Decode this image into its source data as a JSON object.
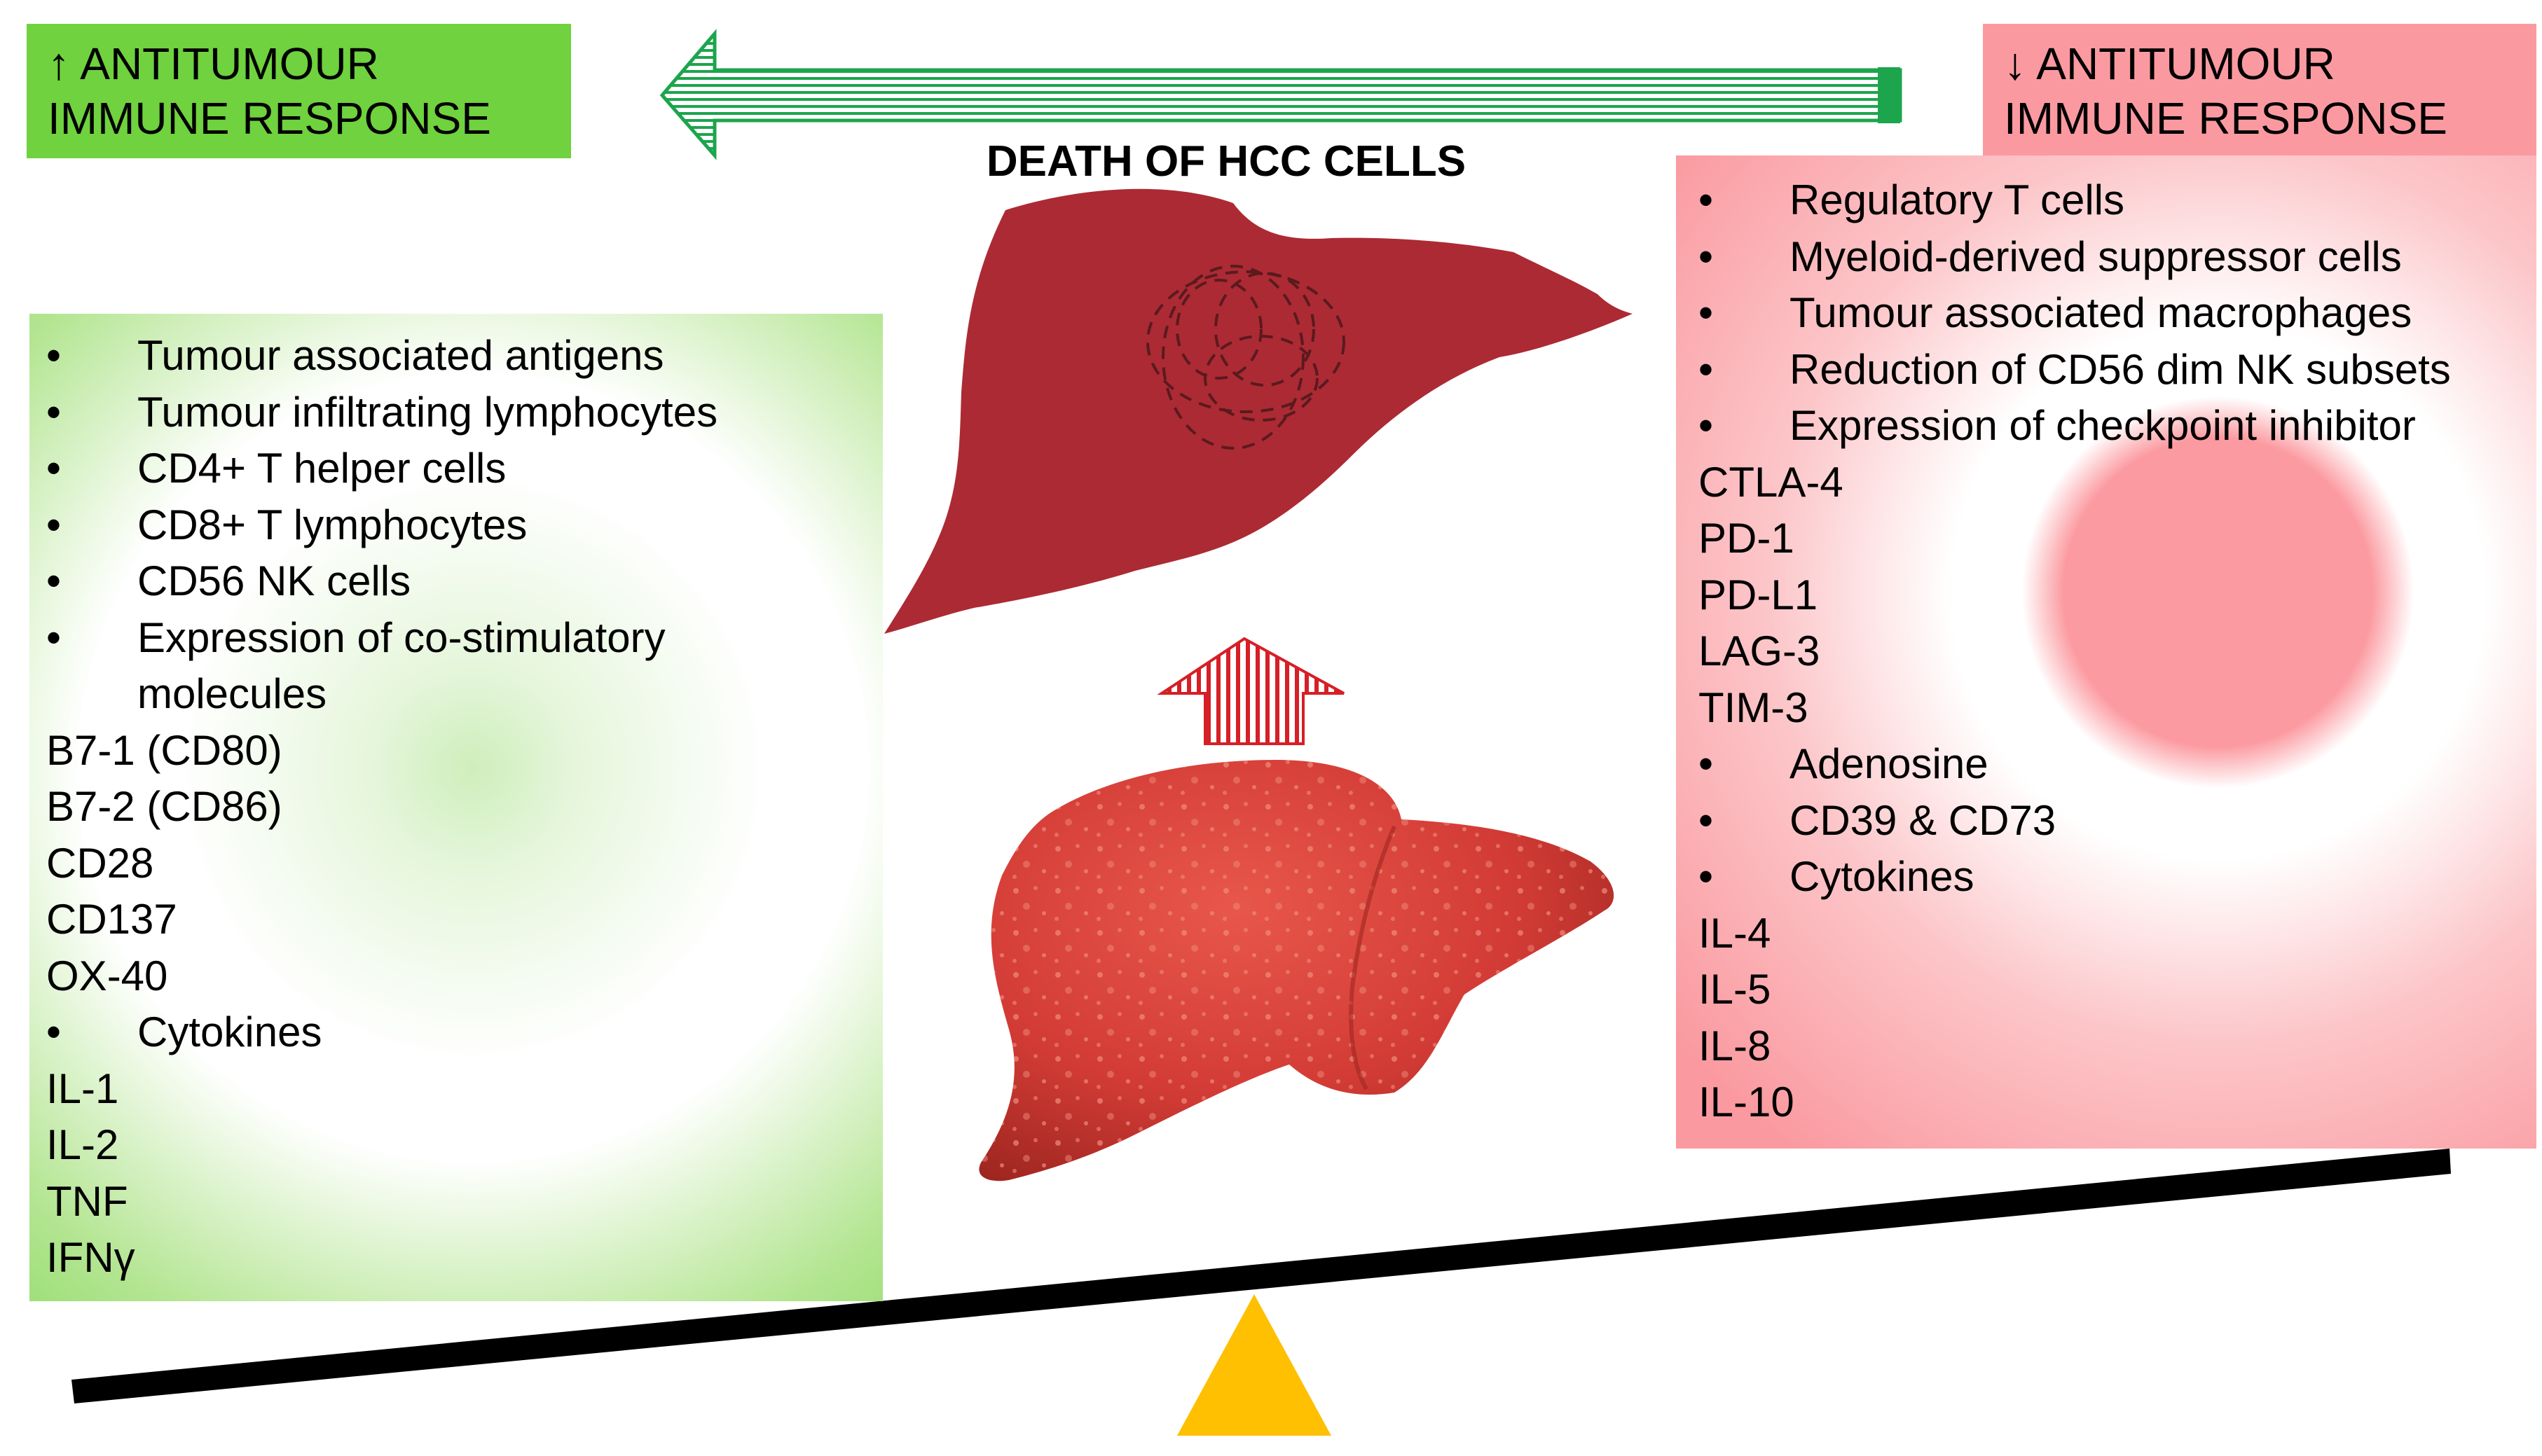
{
  "left_title": {
    "line1": "↑ ANTITUMOUR",
    "line2": "IMMUNE RESPONSE"
  },
  "right_title": {
    "line1": "↓ ANTITUMOUR",
    "line2": "IMMUNE RESPONSE"
  },
  "center_label": "DEATH OF HCC CELLS",
  "left_panel": {
    "items": [
      {
        "text": "Tumour associated antigens",
        "style": "bullet"
      },
      {
        "text": "Tumour infiltrating lymphocytes",
        "style": "bullet"
      },
      {
        "text": "CD4+ T helper cells",
        "style": "bullet"
      },
      {
        "text": "CD8+ T lymphocytes",
        "style": "bullet"
      },
      {
        "text": "CD56 NK cells",
        "style": "bullet"
      },
      {
        "text": "Expression of co-stimulatory",
        "style": "bullet"
      },
      {
        "text": "molecules",
        "style": "cont"
      },
      {
        "text": "B7-1 (CD80)",
        "style": "plain"
      },
      {
        "text": "B7-2 (CD86)",
        "style": "plain"
      },
      {
        "text": "CD28",
        "style": "plain"
      },
      {
        "text": "CD137",
        "style": "plain"
      },
      {
        "text": "OX-40",
        "style": "plain"
      },
      {
        "text": "Cytokines",
        "style": "bullet"
      },
      {
        "text": "IL-1",
        "style": "plain"
      },
      {
        "text": "IL-2",
        "style": "plain"
      },
      {
        "text": "TNF",
        "style": "plain"
      },
      {
        "text": "IFNγ",
        "style": "plain"
      }
    ]
  },
  "right_panel": {
    "items": [
      {
        "text": "Regulatory T cells",
        "style": "bullet"
      },
      {
        "text": "Myeloid-derived suppressor cells",
        "style": "bullet"
      },
      {
        "text": "Tumour associated macrophages",
        "style": "bullet"
      },
      {
        "text": "Reduction of CD56 dim NK subsets",
        "style": "bullet"
      },
      {
        "text": "Expression of checkpoint inhibitor",
        "style": "bullet"
      },
      {
        "text": "CTLA-4",
        "style": "plain"
      },
      {
        "text": "PD-1",
        "style": "plain"
      },
      {
        "text": "PD-L1",
        "style": "plain"
      },
      {
        "text": "LAG-3",
        "style": "plain"
      },
      {
        "text": "TIM-3",
        "style": "plain"
      },
      {
        "text": " Adenosine",
        "style": "bullet"
      },
      {
        "text": "CD39 & CD73",
        "style": "bullet"
      },
      {
        "text": "Cytokines",
        "style": "bullet"
      },
      {
        "text": "IL-4",
        "style": "plain"
      },
      {
        "text": "IL-5",
        "style": "plain"
      },
      {
        "text": "IL-8",
        "style": "plain"
      },
      {
        "text": "IL-10",
        "style": "plain"
      }
    ]
  },
  "colors": {
    "green": "#6fd23e",
    "pink": "#fa9aa0",
    "dark_liver": "#ac2a34",
    "liver": "#d9423c",
    "beam": "#000000",
    "fulcrum": "#fec000",
    "arrow_green": "#1ca54c",
    "arrow_red": "#d61f26"
  }
}
